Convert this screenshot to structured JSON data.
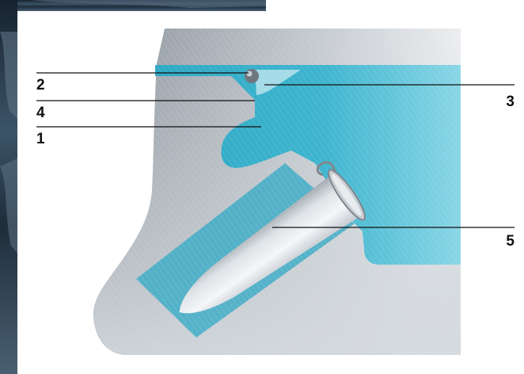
{
  "callouts": [
    {
      "id": "2",
      "label": "2"
    },
    {
      "id": "4",
      "label": "4"
    },
    {
      "id": "1",
      "label": "1"
    },
    {
      "id": "3",
      "label": "3"
    },
    {
      "id": "5",
      "label": "5"
    }
  ],
  "colors": {
    "block_dark": "#8e969e",
    "block_light": "#eef0f2",
    "cavity": "#3bb2cc",
    "cavity_light": "#7cd0e2",
    "tube": "#dfe3e7",
    "tube_shadow": "#aab1b8",
    "background_photo": "#1d2f40",
    "line": "#111111"
  }
}
